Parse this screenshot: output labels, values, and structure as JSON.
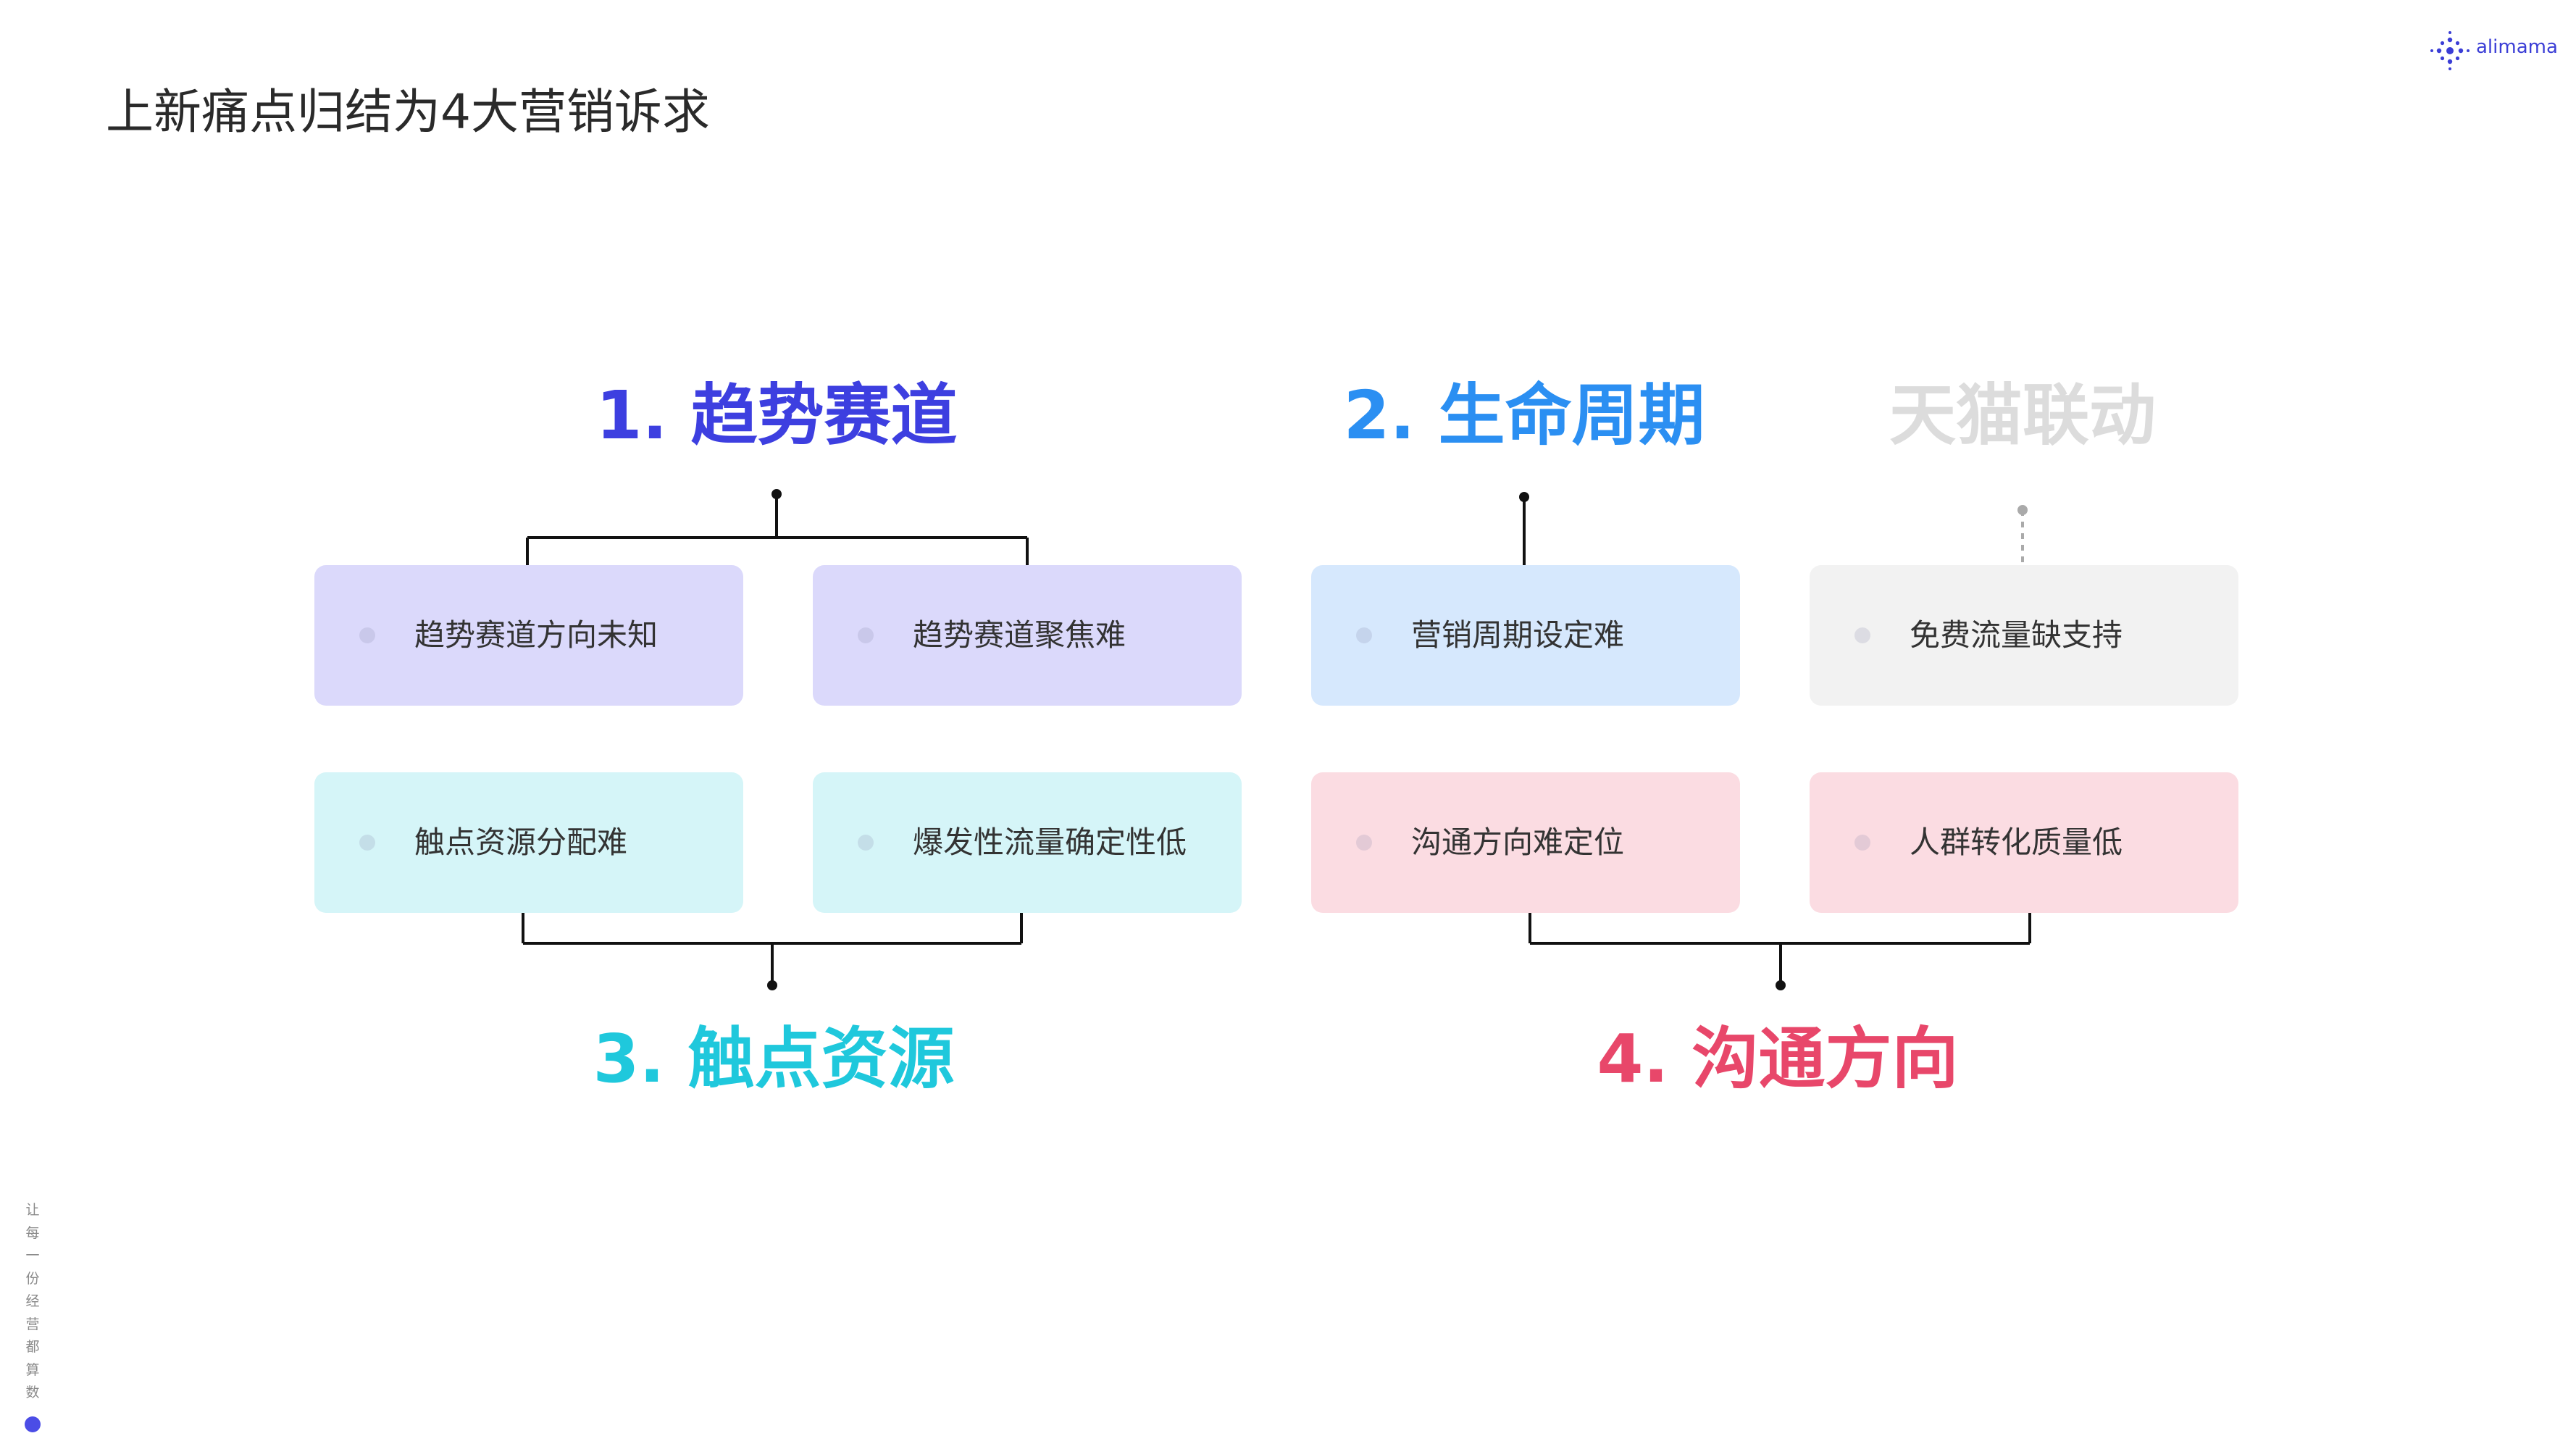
{
  "page": {
    "title": "上新痛点归结为4大营销诉求"
  },
  "logo": {
    "text": "alimama",
    "color": "#3b3ed6"
  },
  "groups": [
    {
      "title": "1. 趋势赛道",
      "color": "#3d3fe0",
      "cards": [
        {
          "label": "趋势赛道方向未知",
          "bg": "#dbd9fb"
        },
        {
          "label": "趋势赛道聚焦难",
          "bg": "#dbd9fb"
        }
      ]
    },
    {
      "title": "2. 生命周期",
      "color": "#2b8ff2",
      "cards": [
        {
          "label": "营销周期设定难",
          "bg": "#d6e8fd"
        }
      ]
    },
    {
      "title": "天猫联动",
      "color": "#dcdcdc",
      "cards": [
        {
          "label": "免费流量缺支持",
          "bg": "#f2f2f2"
        }
      ]
    },
    {
      "title": "3. 触点资源",
      "color": "#1fc8dc",
      "cards": [
        {
          "label": "触点资源分配难",
          "bg": "#d5f5f8"
        },
        {
          "label": "爆发性流量确定性低",
          "bg": "#d5f5f8"
        }
      ]
    },
    {
      "title": "4. 沟通方向",
      "color": "#e8476a",
      "cards": [
        {
          "label": "沟通方向难定位",
          "bg": "#fbdce2"
        },
        {
          "label": "人群转化质量低",
          "bg": "#fbdce2"
        }
      ]
    }
  ],
  "tagline": {
    "text": "让每一份经营都算数",
    "dot_color": "#4b4de6"
  }
}
